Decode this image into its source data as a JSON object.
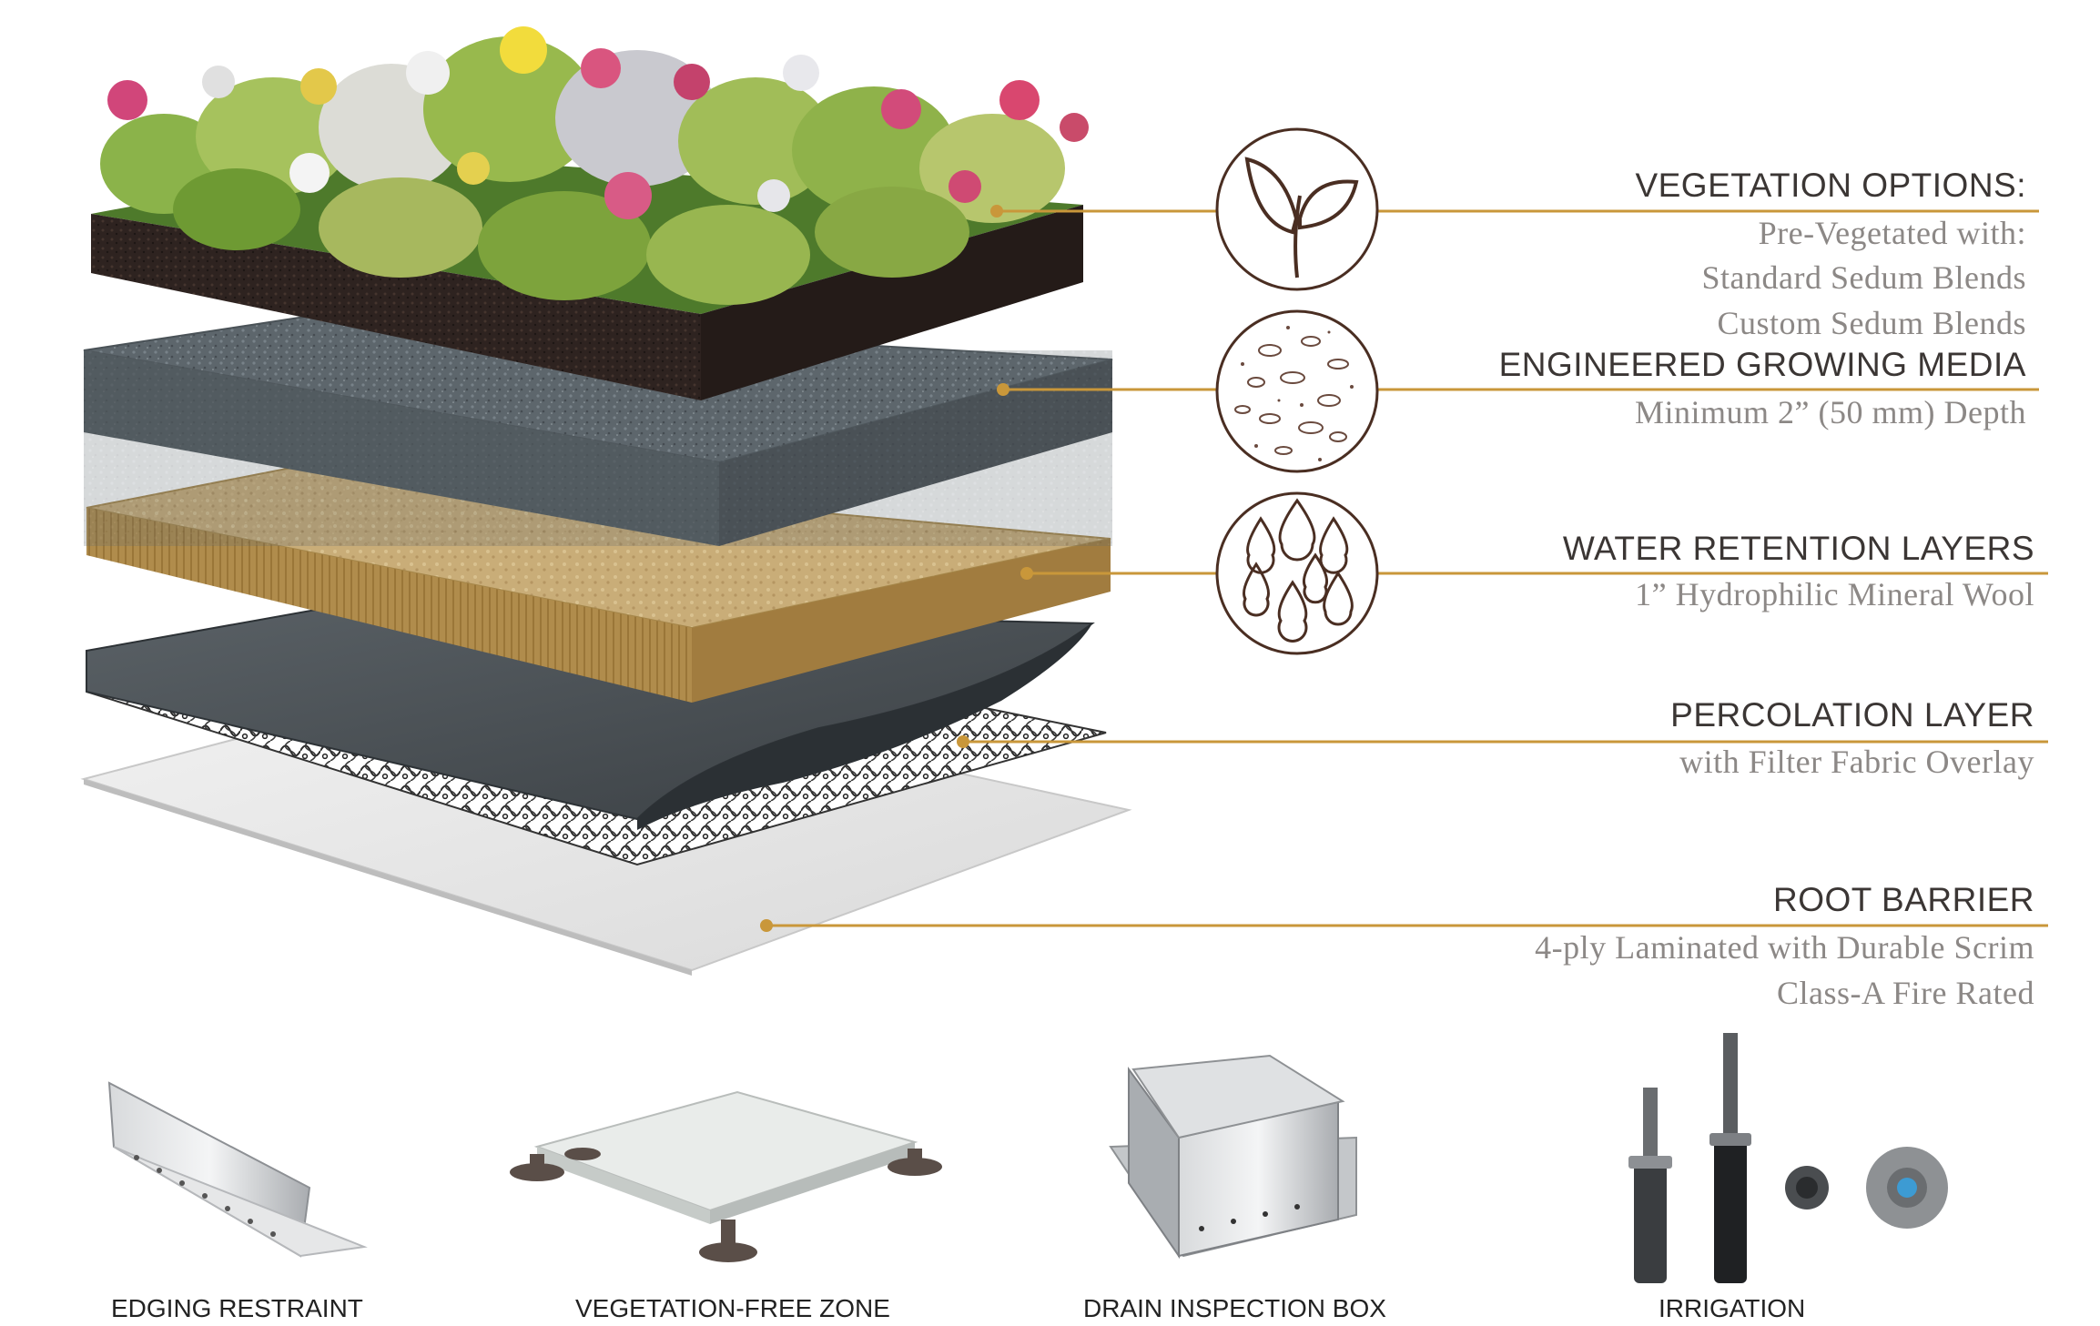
{
  "layers": [
    {
      "title": "VEGETATION OPTIONS:",
      "lines": [
        "Pre-Vegetated with:",
        "Standard Sedum Blends",
        "Custom Sedum Blends"
      ],
      "icon": "sprout-icon"
    },
    {
      "title": "ENGINEERED GROWING MEDIA",
      "lines": [
        "Minimum 2” (50 mm) Depth"
      ],
      "icon": "granules-icon"
    },
    {
      "title": "WATER RETENTION  LAYERS",
      "lines": [
        "1” Hydrophilic Mineral Wool"
      ],
      "icon": "water-drops-icon"
    },
    {
      "title": "PERCOLATION LAYER",
      "lines": [
        "with Filter Fabric Overlay"
      ]
    },
    {
      "title": "ROOT BARRIER",
      "lines": [
        "4-ply Laminated with Durable Scrim",
        "Class-A Fire Rated"
      ]
    }
  ],
  "components": [
    {
      "label": "EDGING RESTRAINT"
    },
    {
      "label": "VEGETATION-FREE ZONE"
    },
    {
      "label": "DRAIN INSPECTION BOX"
    },
    {
      "label": "IRRIGATION"
    }
  ],
  "colors": {
    "leader_line": "#c9973a",
    "title_text": "#3b3634",
    "desc_text": "#8c8886",
    "icon_stroke": "#4a2e22"
  }
}
